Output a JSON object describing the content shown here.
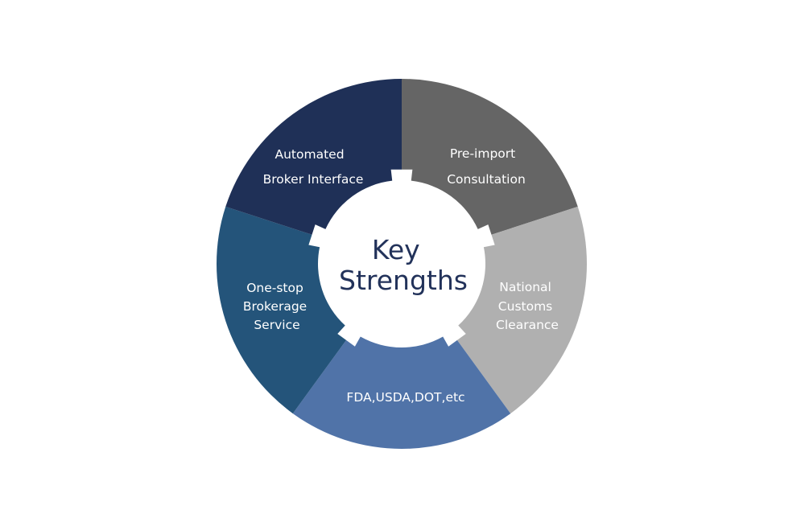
{
  "center": {
    "title_line1": "Key",
    "title_line2": "Strengths"
  },
  "segments": [
    {
      "id": "pre-import",
      "lines": [
        "Pre-import",
        "Consultation"
      ],
      "color": "#656565"
    },
    {
      "id": "national-customs",
      "lines": [
        "National",
        "Customs",
        "Clearance"
      ],
      "color": "#b0b0b0"
    },
    {
      "id": "fda-usda-dot",
      "lines": [
        "FDA,USDA,DOT,etc"
      ],
      "color": "#5073a8"
    },
    {
      "id": "one-stop",
      "lines": [
        "One-stop",
        "Brokerage",
        "Service"
      ],
      "color": "#24547a"
    },
    {
      "id": "automated-broker",
      "lines": [
        "Automated",
        "Broker Interface"
      ],
      "color": "#1f3057"
    }
  ],
  "colors": {
    "background": "#ffffff",
    "hub": "#ffffff",
    "title_text": "#22325a",
    "segment_text": "#ffffff"
  }
}
